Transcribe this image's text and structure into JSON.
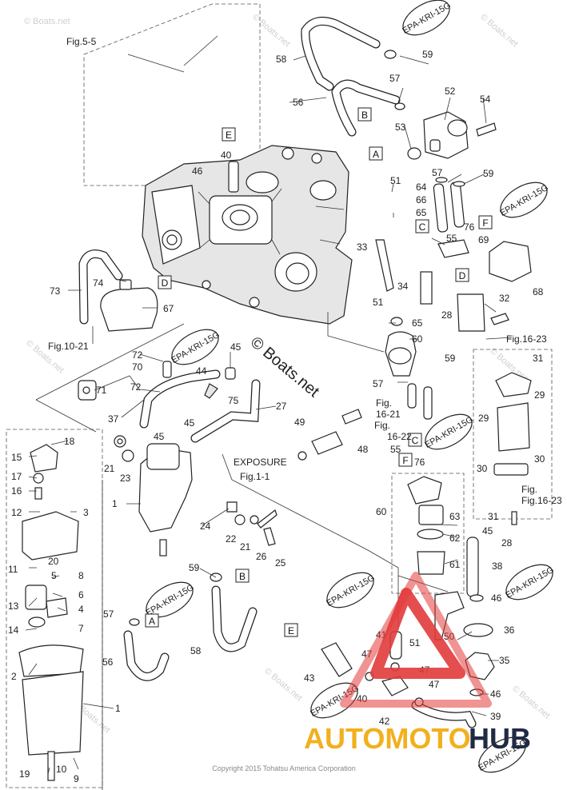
{
  "watermark_small": "© Boats.net",
  "watermark_center": "© Boats.net",
  "copyright": "Copyright 2015 Tohatsu America Corporation",
  "brand_logo": {
    "text_a": "AUTOMOTO",
    "text_b": "HUB",
    "color_a": "#f2b01e",
    "color_b": "#1f2a44"
  },
  "epa_tag": "EPA-KRI-15G",
  "refs": {
    "fig55": "Fig.5-5",
    "fig1021": "Fig.10-21",
    "fig1623a": "Fig.16-23",
    "fig1623b": "Fig.\n16-23",
    "fig1621": "Fig.",
    "fig1621b": "16-21",
    "fig1622a": "Fig.",
    "fig1622b": "16-22",
    "exposure": "EXPOSURE",
    "fig11": "Fig.1-1"
  },
  "box_labels": [
    "A",
    "B",
    "C",
    "D",
    "E",
    "F"
  ],
  "callouts": [
    "1",
    "2",
    "3",
    "4",
    "5",
    "6",
    "7",
    "8",
    "9",
    "10",
    "11",
    "12",
    "13",
    "14",
    "15",
    "16",
    "17",
    "18",
    "19",
    "20",
    "21",
    "22",
    "23",
    "24",
    "25",
    "26",
    "27",
    "28",
    "29",
    "30",
    "31",
    "32",
    "33",
    "34",
    "35",
    "36",
    "37",
    "38",
    "39",
    "40",
    "41",
    "42",
    "43",
    "44",
    "45",
    "46",
    "47",
    "48",
    "49",
    "50",
    "51",
    "52",
    "53",
    "54",
    "55",
    "56",
    "57",
    "58",
    "59",
    "60",
    "61",
    "62",
    "63",
    "64",
    "65",
    "66",
    "67",
    "68",
    "69",
    "70",
    "71",
    "72",
    "73",
    "74",
    "75",
    "76"
  ]
}
